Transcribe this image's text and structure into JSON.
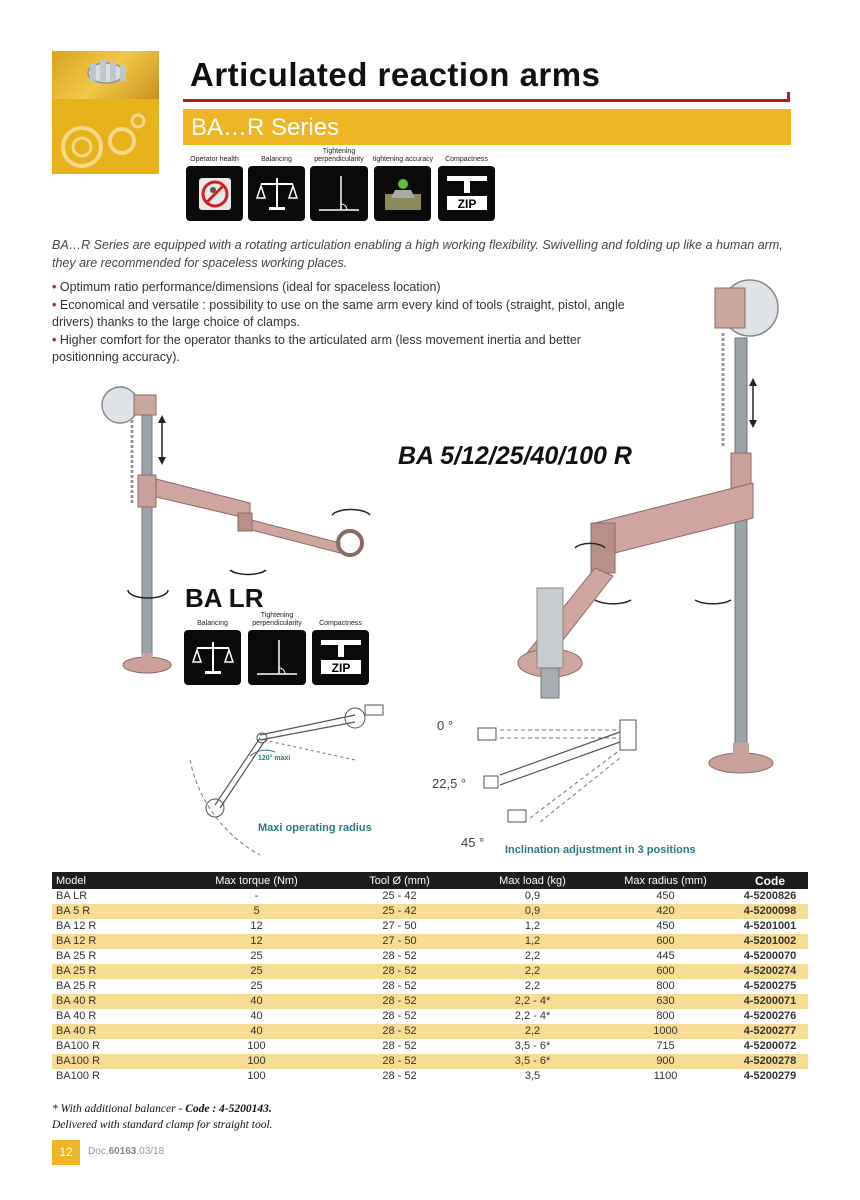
{
  "header": {
    "title": "Articulated reaction arms",
    "series": "BA…R Series"
  },
  "features_main": [
    {
      "label": "Operator health",
      "icon": "no-vibration-icon"
    },
    {
      "label": "Balancing",
      "icon": "balance-scale-icon"
    },
    {
      "label": "Tightening perpendicularity",
      "icon": "perpendicular-angle-icon"
    },
    {
      "label": "tightening accuracy",
      "icon": "nut-accuracy-icon"
    },
    {
      "label": "Compactness",
      "icon": "zip-compact-icon"
    }
  ],
  "intro": "BA…R Series are equipped with a rotating articulation enabling a high working flexibility. Swivelling and folding up like a human arm, they are recommended for spaceless working places.",
  "bullets": [
    "Optimum ratio performance/dimensions (ideal for spaceless location)",
    "Economical and versatile : possibility to use on the same arm every kind of tools (straight, pistol, angle drivers) thanks to the large choice of clamps.",
    "Higher comfort for the operator thanks to the articulated arm (less movement inertia and better positionning accuracy)."
  ],
  "models_label": "BA 5/12/25/40/100 R",
  "balr_label": "BA LR",
  "features_balr": [
    {
      "label": "Balancing",
      "icon": "balance-scale-icon"
    },
    {
      "label": "Tightening perpendicularity",
      "icon": "perpendicular-angle-icon"
    },
    {
      "label": "Compactness",
      "icon": "zip-compact-icon"
    }
  ],
  "diagram_left": {
    "angle": "120° maxi",
    "caption": "Maxi operating radius"
  },
  "diagram_right": {
    "angle_0": "0 °",
    "angle_225": "22,5 °",
    "angle_45": "45 °",
    "caption": "Inclination adjustment in 3 positions"
  },
  "table": {
    "headers": [
      "Model",
      "Max torque (Nm)",
      "Tool Ø (mm)",
      "Max load (kg)",
      "Max radius (mm)",
      "Code"
    ],
    "rows": [
      [
        "BA LR",
        "-",
        "25 - 42",
        "0,9",
        "450",
        "4-5200826"
      ],
      [
        "BA 5 R",
        "5",
        "25 - 42",
        "0,9",
        "420",
        "4-5200098"
      ],
      [
        "BA 12 R",
        "12",
        "27 - 50",
        "1,2",
        "450",
        "4-5201001"
      ],
      [
        "BA 12 R",
        "12",
        "27 - 50",
        "1,2",
        "600",
        "4-5201002"
      ],
      [
        "BA 25 R",
        "25",
        "28 - 52",
        "2,2",
        "445",
        "4-5200070"
      ],
      [
        "BA 25 R",
        "25",
        "28 - 52",
        "2,2",
        "600",
        "4-5200274"
      ],
      [
        "BA 25 R",
        "25",
        "28 - 52",
        "2,2",
        "800",
        "4-5200275"
      ],
      [
        "BA 40 R",
        "40",
        "28 - 52",
        "2,2 - 4*",
        "630",
        "4-5200071"
      ],
      [
        "BA 40 R",
        "40",
        "28 - 52",
        "2,2 - 4*",
        "800",
        "4-5200276"
      ],
      [
        "BA 40 R",
        "40",
        "28 - 52",
        "2,2",
        "1000",
        "4-5200277"
      ],
      [
        "BA100 R",
        "100",
        "28 - 52",
        "3,5 - 6*",
        "715",
        "4-5200072"
      ],
      [
        "BA100 R",
        "100",
        "28 - 52",
        "3,5 - 6*",
        "900",
        "4-5200278"
      ],
      [
        "BA100 R",
        "100",
        "28 - 52",
        "3,5",
        "1100",
        "4-5200279"
      ]
    ]
  },
  "footnotes": {
    "note_prefix": "* With additional balancer - ",
    "note_code": "Code : 4-5200143.",
    "note2": "Delivered with standard clamp for straight tool."
  },
  "footer": {
    "page": "12",
    "doc_prefix": "Doc.",
    "doc_number": "60163",
    "doc_suffix": ".03/18"
  },
  "colors": {
    "accent_yellow": "#eeb524",
    "accent_red": "#c0161f",
    "caption_teal": "#2b7a84",
    "row_highlight": "#f7dc94"
  }
}
